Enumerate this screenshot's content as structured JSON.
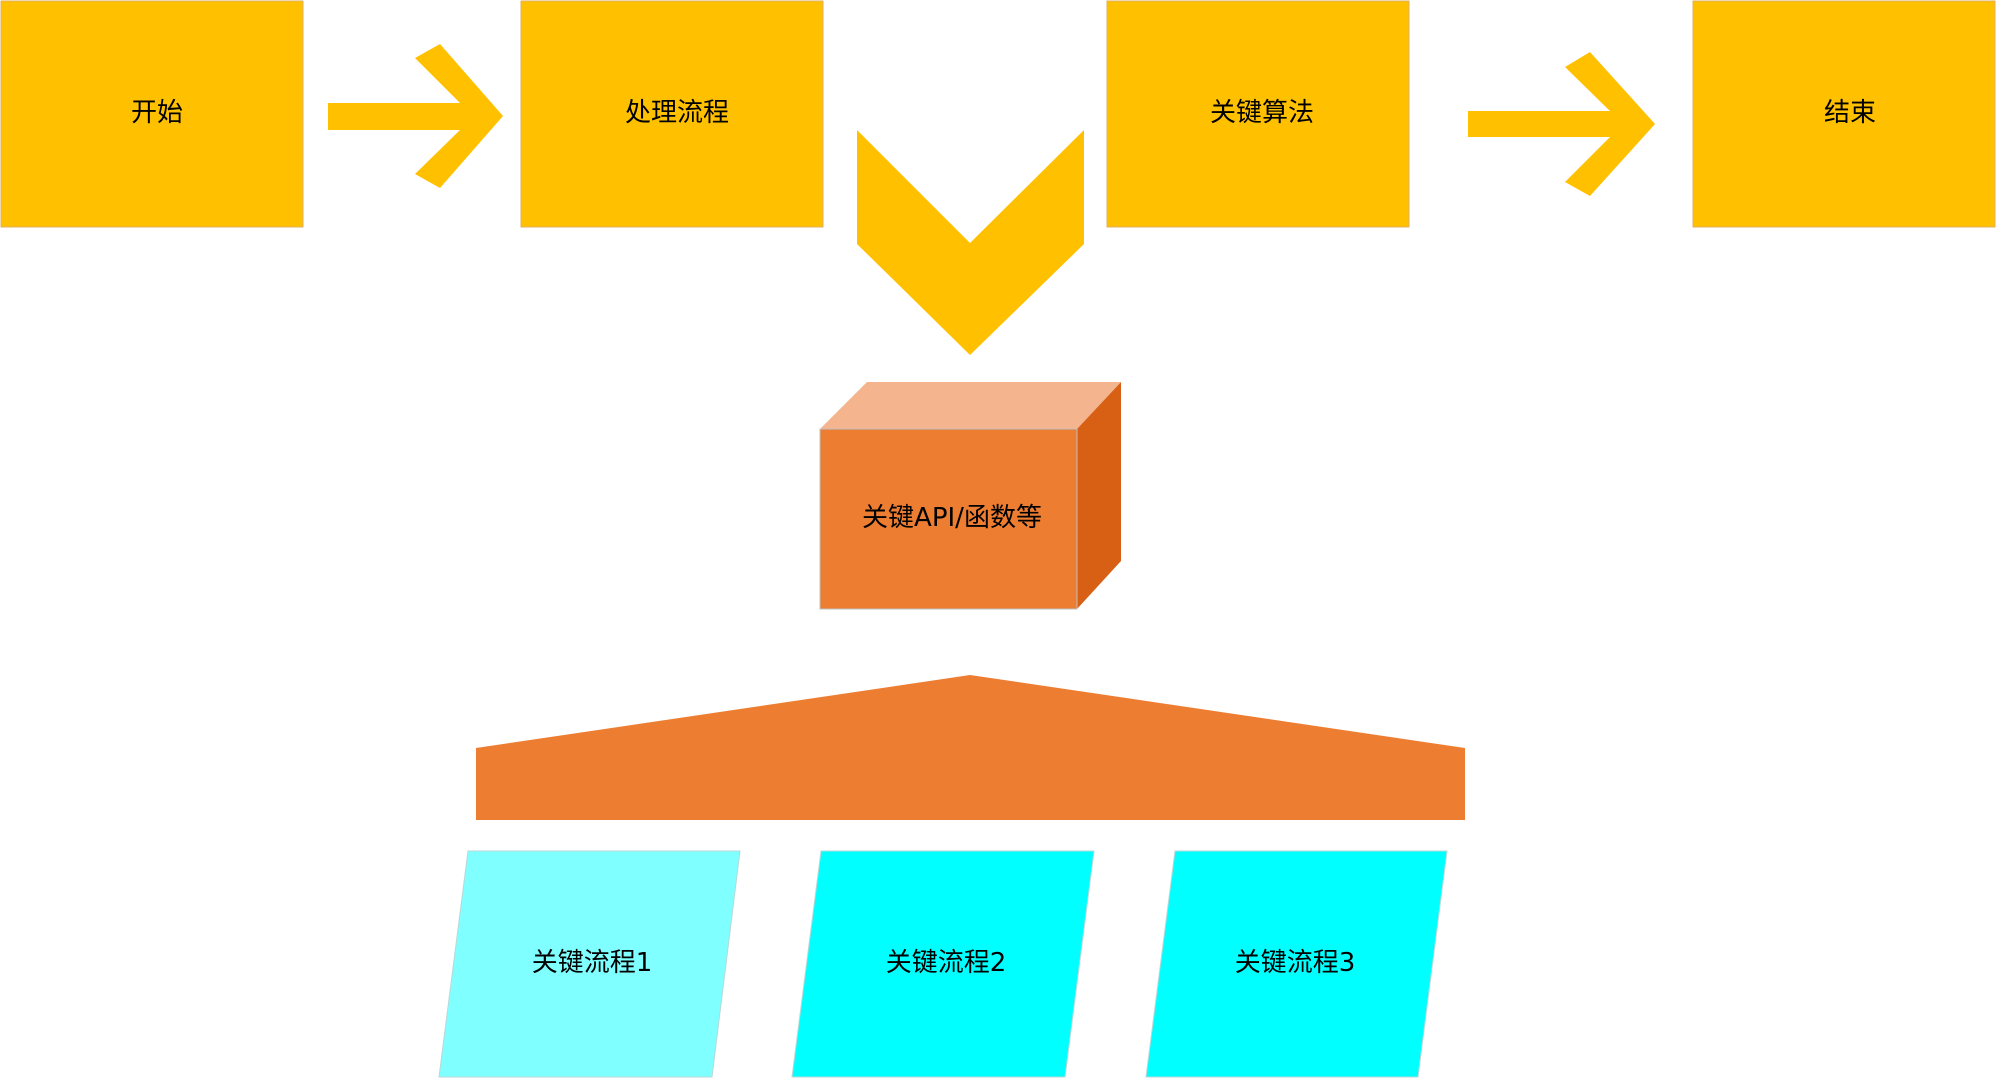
{
  "colors": {
    "step_fill": "#FFC000",
    "step_stroke": "#E0B060",
    "arrow_fill": "#FFC000",
    "api_front": "#ED7D31",
    "api_top": "#F3B48E",
    "api_side": "#D86015",
    "bar_fill": "#ED7D31",
    "process_1": "#7FFFFF",
    "process_2": "#00FFFF",
    "process_3": "#00FFFF",
    "text": "#000000"
  },
  "steps": {
    "start": "开始",
    "process": "处理流程",
    "algorithm": "关键算法",
    "end": "结束"
  },
  "api": {
    "label": "关键API/函数等"
  },
  "processes": [
    {
      "label": "关键流程1"
    },
    {
      "label": "关键流程2"
    },
    {
      "label": "关键流程3"
    }
  ]
}
